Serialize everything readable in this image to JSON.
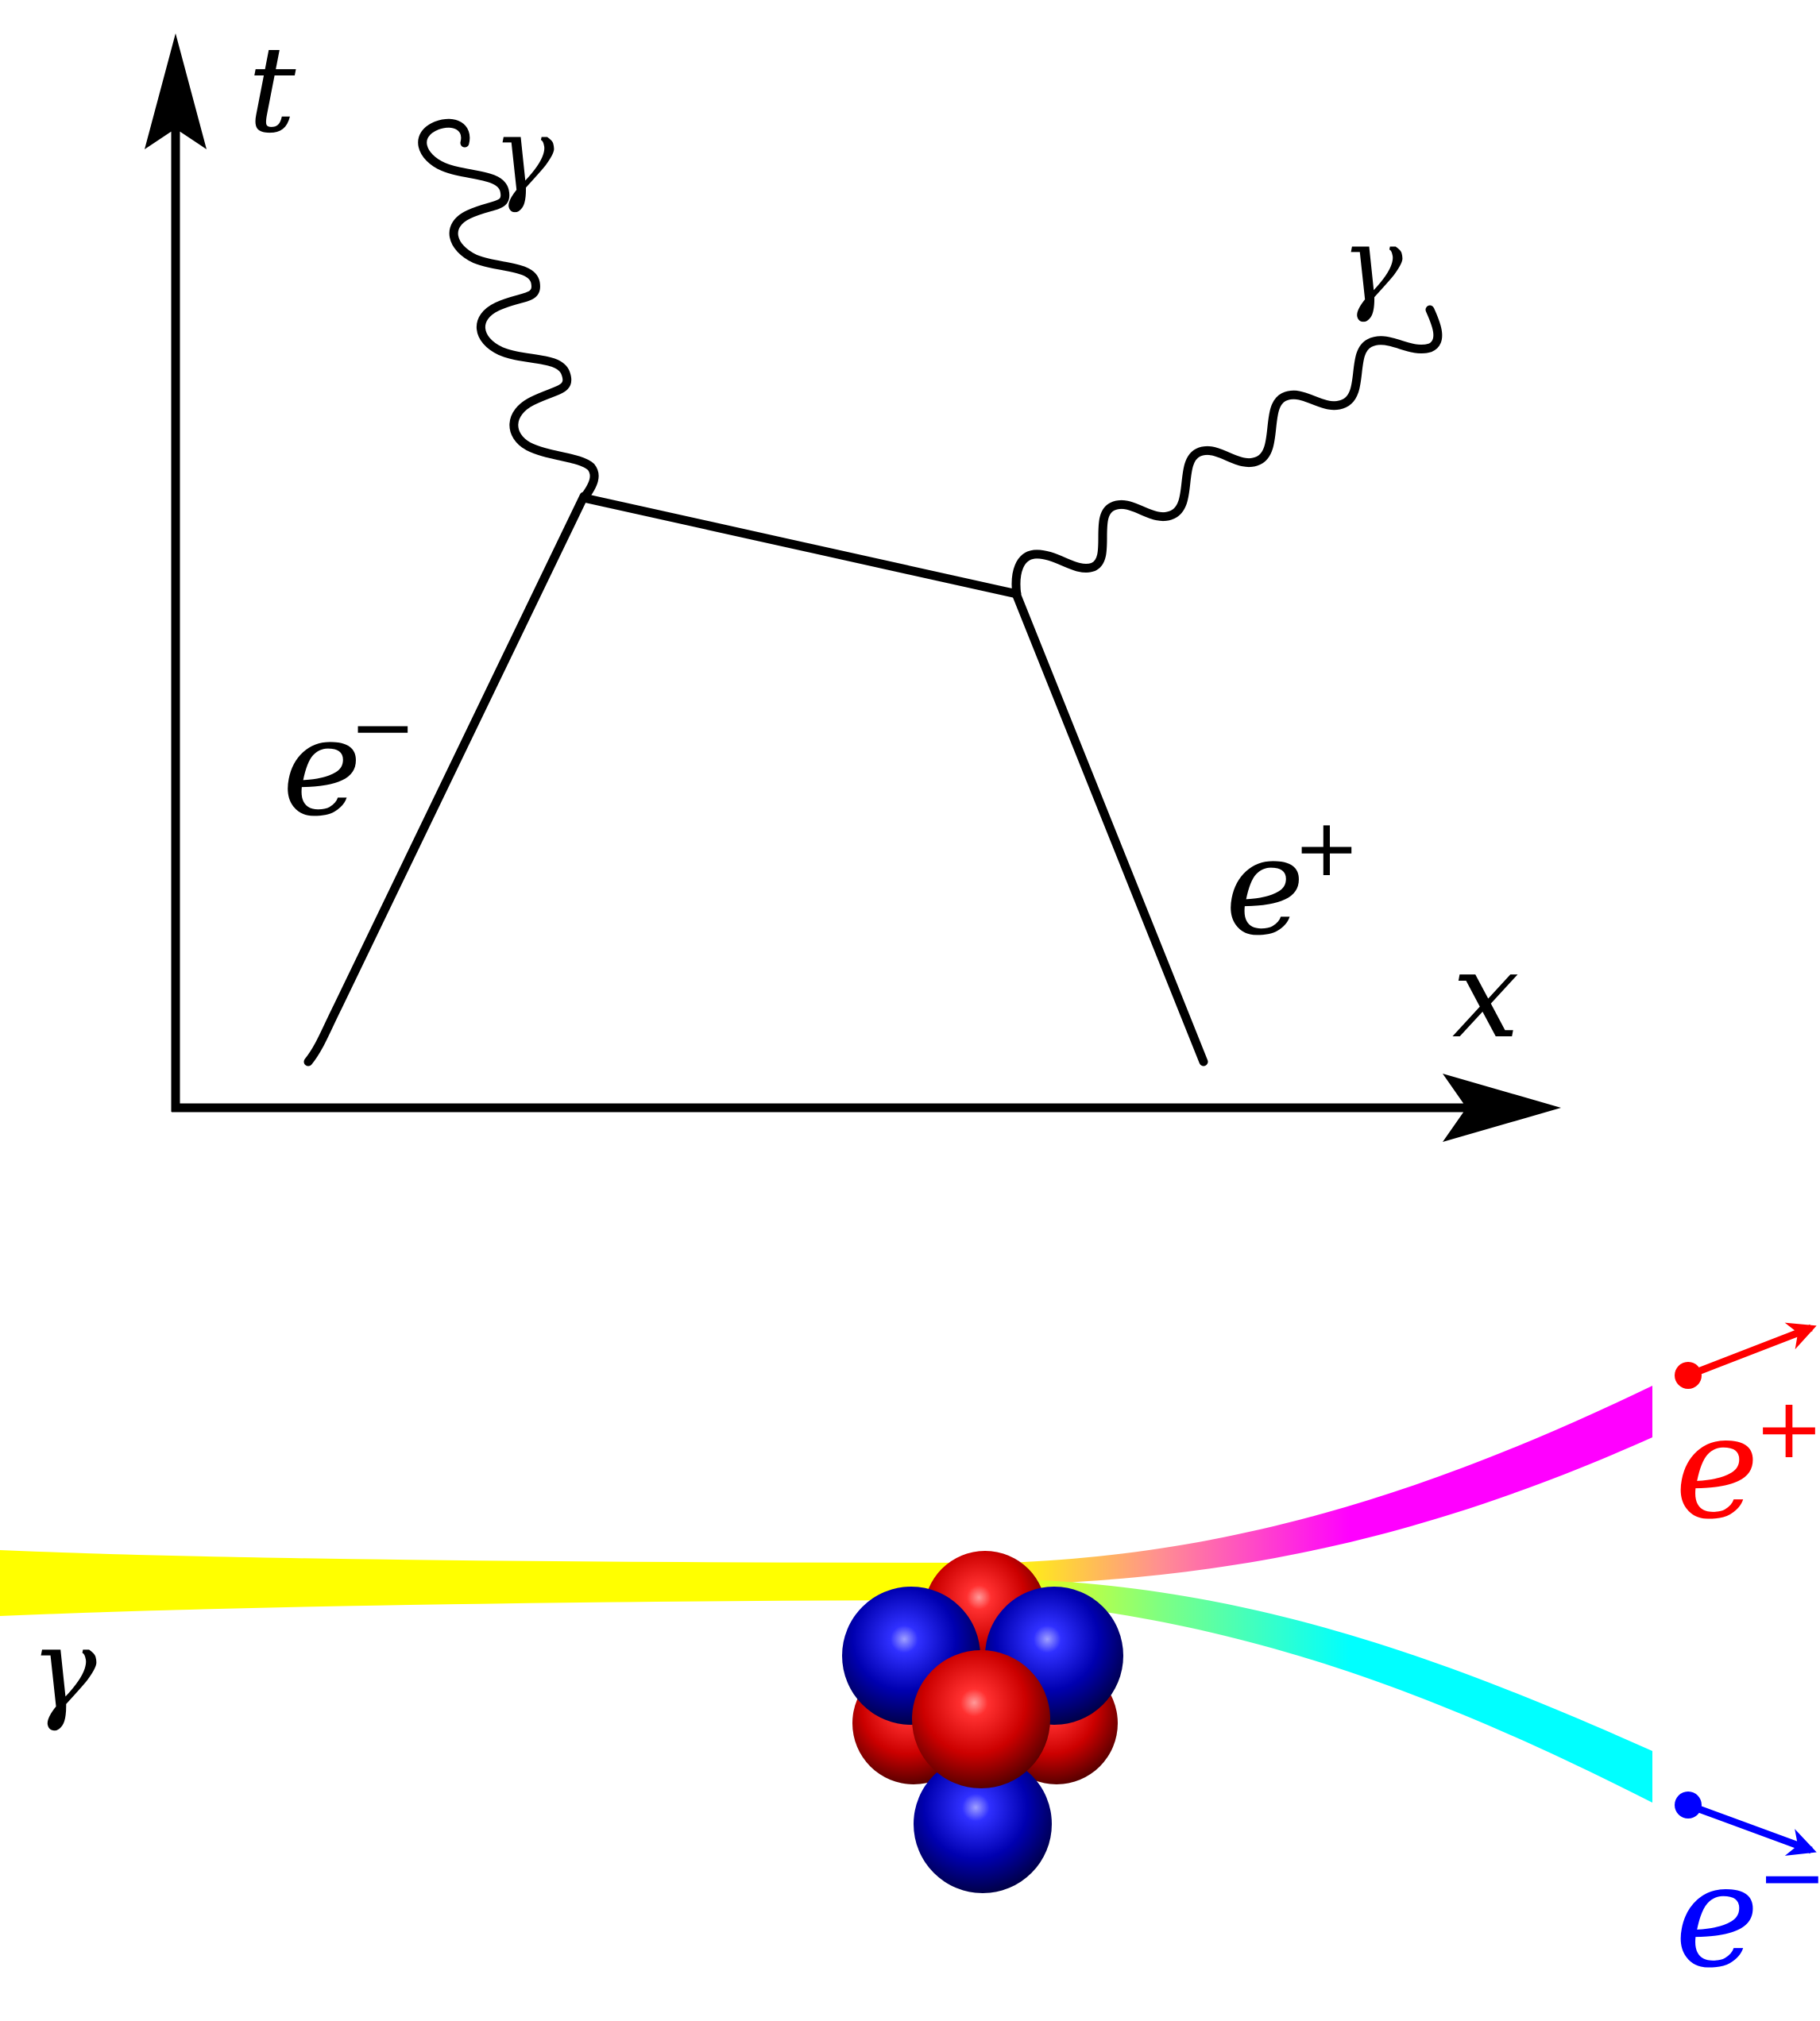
{
  "feynman_diagram": {
    "axis_t_label": "t",
    "axis_x_label": "x",
    "photon_top_label": "γ",
    "photon_right_label": "γ",
    "electron_label": "e",
    "electron_sup": "−",
    "positron_label": "e",
    "positron_sup": "+"
  },
  "pair_production": {
    "photon_label": "γ",
    "positron_label": "e",
    "positron_sup": "+",
    "electron_label": "e",
    "electron_sup": "−"
  },
  "colors": {
    "line": "#000000",
    "photon_beam": "#ffff00",
    "positron_track": "#ff00ff",
    "electron_track": "#00ffff",
    "positron": "#ff0000",
    "electron": "#0000ff",
    "proton": "#cc0000",
    "neutron": "#0000b0"
  }
}
